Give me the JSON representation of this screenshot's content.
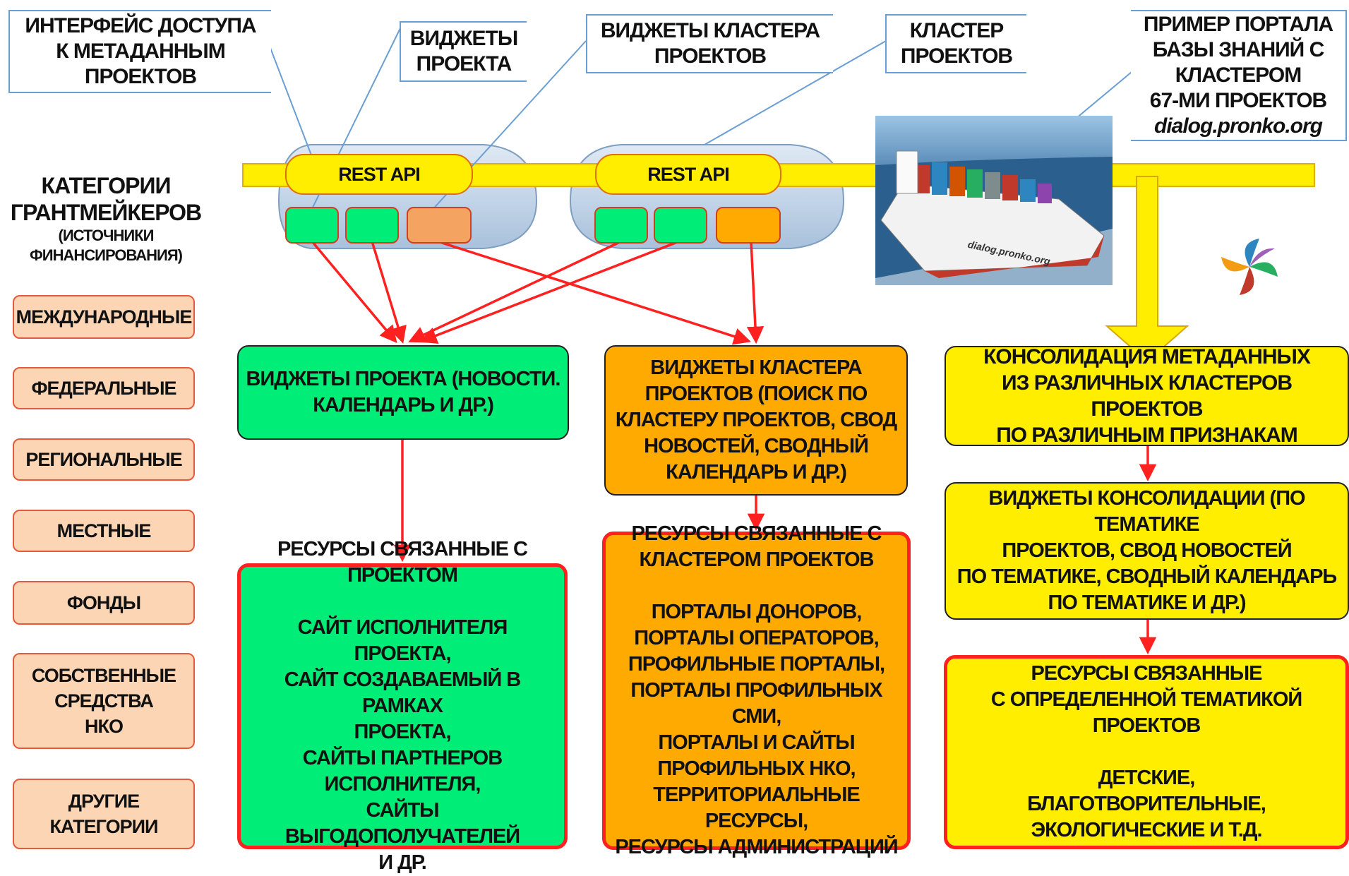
{
  "callouts": {
    "metadata_interface": "ИНТЕРФЕЙС ДОСТУПА\nК МЕТАДАННЫМ\nПРОЕКТОВ",
    "project_widgets": "ВИДЖЕТЫ\nПРОЕКТА",
    "cluster_widgets": "ВИДЖЕТЫ КЛАСТЕРА\nПРОЕКТОВ",
    "project_cluster": "КЛАСТЕР\nПРОЕКТОВ",
    "portal_example": "ПРИМЕР ПОРТАЛА\nБАЗЫ ЗНАНИЙ С\nКЛАСТЕРОМ\n67-МИ ПРОЕКТОВ",
    "portal_url": "dialog.pronko.org"
  },
  "api": {
    "left_label": "REST API",
    "right_label": "REST API"
  },
  "ship": {
    "hull_text": "dialog.pronko.org"
  },
  "categories": {
    "title_line1": "КАТЕГОРИИ",
    "title_line2": "ГРАНТМЕЙКЕРОВ",
    "subtitle_line1": "(ИСТОЧНИКИ",
    "subtitle_line2": "ФИНАНСИРОВАНИЯ)",
    "items": [
      "МЕЖДУНАРОДНЫЕ",
      "ФЕДЕРАЛЬНЫЕ",
      "РЕГИОНАЛЬНЫЕ",
      "МЕСТНЫЕ",
      "ФОНДЫ",
      "СОБСТВЕННЫЕ\nСРЕДСТВА\nНКО",
      "ДРУГИЕ\nКАТЕГОРИИ"
    ]
  },
  "columns": {
    "project_widgets_box": "ВИДЖЕТЫ ПРОЕКТА (НОВОСТИ.\nКАЛЕНДАРЬ И ДР.)",
    "project_resources_box": "РЕСУРСЫ СВЯЗАННЫЕ С\nПРОЕКТОМ\n\nСАЙТ ИСПОЛНИТЕЛЯ ПРОЕКТА,\nСАЙТ СОЗДАВАЕМЫЙ В РАМКАХ\nПРОЕКТА,\nСАЙТЫ ПАРТНЕРОВ\nИСПОЛНИТЕЛЯ,\nСАЙТЫ ВЫГОДОПОЛУЧАТЕЛЕЙ\nИ ДР.",
    "cluster_widgets_box": "ВИДЖЕТЫ КЛАСТЕРА\nПРОЕКТОВ (ПОИСК ПО\nКЛАСТЕРУ ПРОЕКТОВ, СВОД\nНОВОСТЕЙ, СВОДНЫЙ\nКАЛЕНДАРЬ И ДР.)",
    "cluster_resources_box": "РЕСУРСЫ СВЯЗАННЫЕ С\nКЛАСТЕРОМ ПРОЕКТОВ\n\nПОРТАЛЫ ДОНОРОВ,\nПОРТАЛЫ ОПЕРАТОРОВ,\nПРОФИЛЬНЫЕ ПОРТАЛЫ,\nПОРТАЛЫ ПРОФИЛЬНЫХ СМИ,\nПОРТАЛЫ И САЙТЫ\nПРОФИЛЬНЫХ НКО,\nТЕРРИТОРИАЛЬНЫЕ РЕСУРСЫ,\nРЕСУРСЫ АДМИНИСТРАЦИЙ",
    "consolidation_box": "КОНСОЛИДАЦИЯ МЕТАДАННЫХ\nИЗ РАЗЛИЧНЫХ КЛАСТЕРОВ ПРОЕКТОВ\nПО РАЗЛИЧНЫМ ПРИЗНАКАМ",
    "consolidation_widgets_box": "ВИДЖЕТЫ КОНСОЛИДАЦИИ (ПО ТЕМАТИКЕ\nПРОЕКТОВ, СВОД НОВОСТЕЙ\nПО ТЕМАТИКЕ, СВОДНЫЙ КАЛЕНДАРЬ\nПО ТЕМАТИКЕ И ДР.)",
    "thematic_resources_box": "РЕСУРСЫ СВЯЗАННЫЕ\nС ОПРЕДЕЛЕННОЙ ТЕМАТИКОЙ ПРОЕКТОВ\n\nДЕТСКИЕ,\nБЛАГОТВОРИТЕЛЬНЫЕ,\nЭКОЛОГИЧЕСКИЕ И Т.Д."
  },
  "colors": {
    "green": "#00ee77",
    "orange": "#ffaa00",
    "yellow": "#ffee00",
    "peach": "#fcd5b5",
    "arrow_red": "#ff2020",
    "callout_line": "#6a9fd4",
    "capsule_fill": "#c9d9ea"
  }
}
